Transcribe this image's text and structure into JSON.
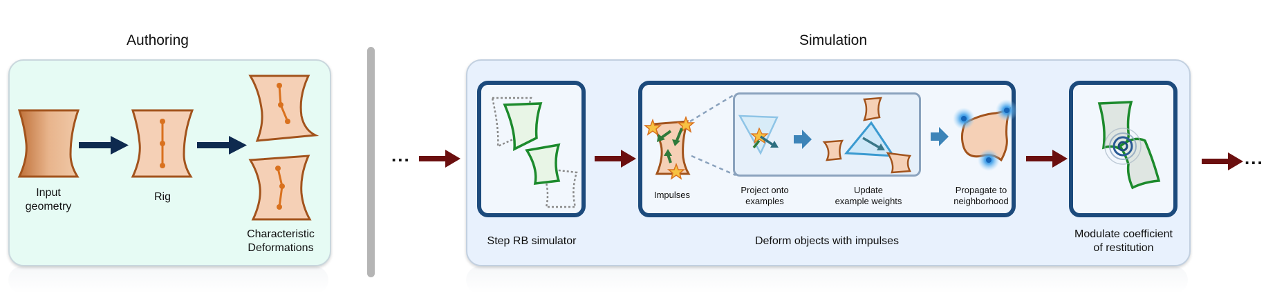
{
  "authoring": {
    "title": "Authoring",
    "input_label_1": "Input",
    "input_label_2": "geometry",
    "rig_label": "Rig",
    "deform_label_1": "Characteristic",
    "deform_label_2": "Deformations"
  },
  "simulation": {
    "title": "Simulation",
    "ellipsis_left": "...",
    "ellipsis_right": "...",
    "impulses_label": "Impulses",
    "project_label_1": "Project onto",
    "project_label_2": "examples",
    "update_label_1": "Update",
    "update_label_2": "example weights",
    "propagate_label_1": "Propagate to",
    "propagate_label_2": "neighborhood",
    "step_label": "Step RB simulator",
    "deform_label": "Deform objects with impulses",
    "modulate_label_1": "Modulate coefficient",
    "modulate_label_2": "of restitution"
  },
  "colors": {
    "dark_arrow": "#0e2a4f",
    "red_arrow": "#6b0f0f",
    "stage_border": "#1c4a7c",
    "orange_outline": "#a2531c",
    "green_outline": "#1c8a2c",
    "blue_arrow": "#3d84b8"
  },
  "icons": [
    "star-icon",
    "impulse-arrow-icon",
    "blue-glow-icon"
  ]
}
